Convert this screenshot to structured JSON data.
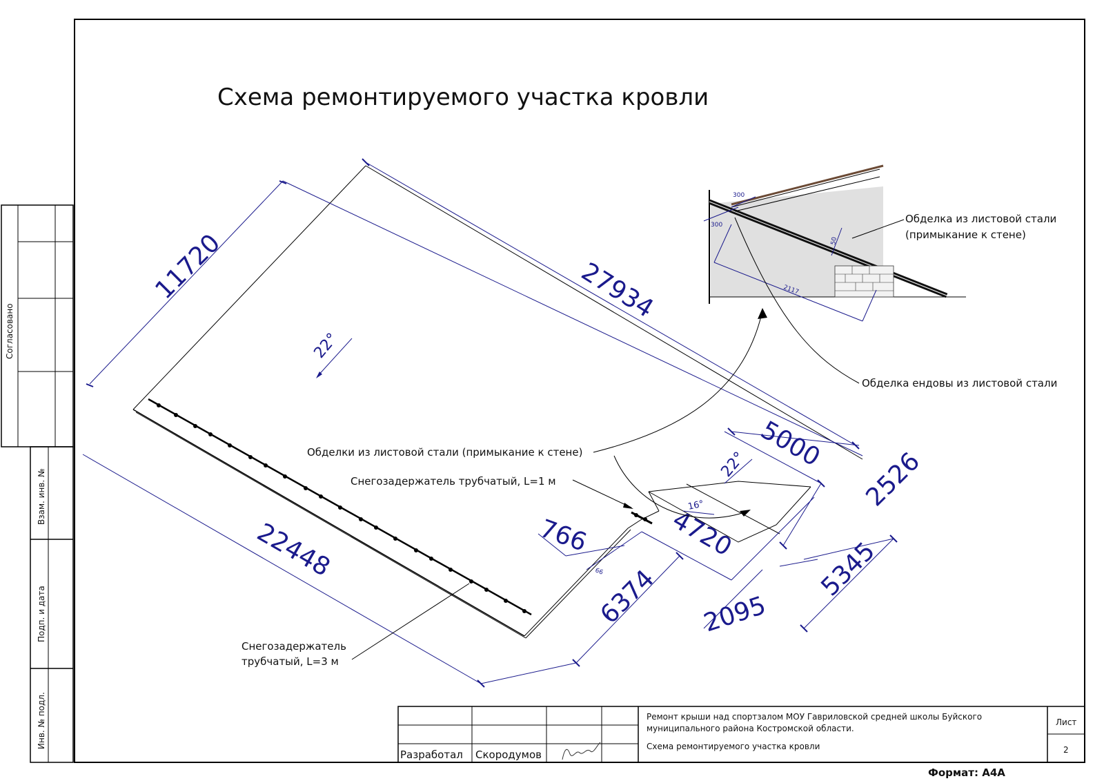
{
  "title": "Схема ремонтируемого участка кровли",
  "dimensions": {
    "d11720": "11720",
    "d27934": "27934",
    "d22448": "22448",
    "d766": "766",
    "d6374": "6374",
    "d4720": "4720",
    "d2095": "2095",
    "d5000": "5000",
    "d2526": "2526",
    "d5345": "5345",
    "slope_main": "22°",
    "slope_small": "22°",
    "slope_16": "16°",
    "d66": "66"
  },
  "detail": {
    "d300a": "300",
    "d300b": "300",
    "d50": "50",
    "d2117": "2117"
  },
  "annotations": {
    "sheet_steel_wall_line1": "Обделка из листовой стали",
    "sheet_steel_wall_line2": "(примыкание к стене)",
    "valley": "Обделка ендовы из листовой стали",
    "wall_flashings": "Обделки из листовой стали (примыкание к стене)",
    "snow_guard_1m": "Снегозадержатель трубчатый, L=1 м",
    "snow_guard_3m_line1": "Снегозадержатель",
    "snow_guard_3m_line2": "трубчатый, L=3 м"
  },
  "side_stamp": {
    "agreed": "Согласовано",
    "inv_replace": "Взам. инв. №",
    "sign_date": "Подп. и дата",
    "inv_orig": "Инв. № подл."
  },
  "title_block": {
    "project_line1": "Ремонт крыши над спортзалом МОУ Гавриловской средней школы Буйского",
    "project_line2": "муниципального района Костромской области.",
    "drawing_name": "Схема ремонтируемого участка кровли",
    "sheet_label": "Лист",
    "sheet_number": "2",
    "developed_label": "Разработал",
    "developer_name": "Скородумов"
  },
  "format": "Формат: А4А"
}
